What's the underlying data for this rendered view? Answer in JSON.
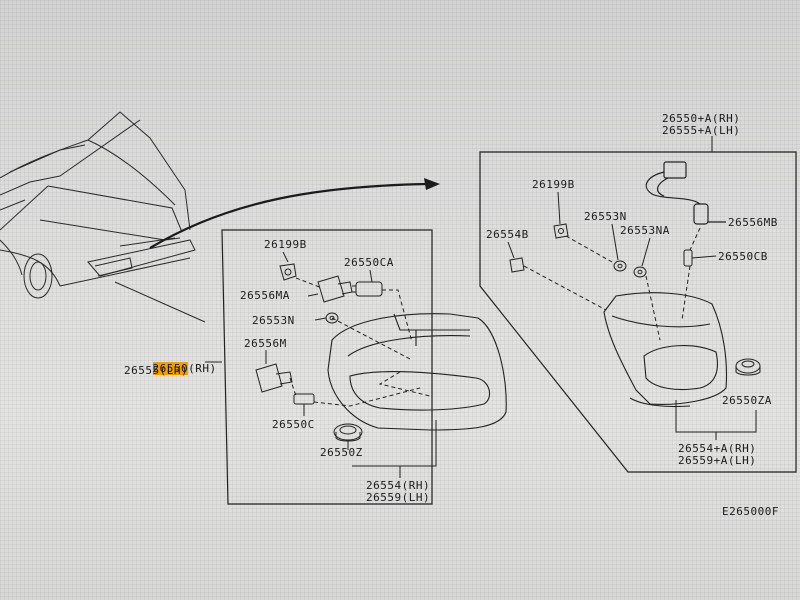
{
  "labels": {
    "main_rh_num": "26550",
    "main_rh_suffix": "(RH)",
    "main_lh": "26555(LH)",
    "l_26199B": "26199B",
    "l_26550CA": "26550CA",
    "l_26556MA": "26556MA",
    "l_26553N": "26553N",
    "l_26556M": "26556M",
    "l_26550C": "26550C",
    "l_26550Z": "26550Z",
    "l_26554RH": "26554(RH)",
    "l_26559LH": "26559(LH)",
    "r_26550A_RH": "26550+A(RH)",
    "r_26555A_LH": "26555+A(LH)",
    "r_26199B": "26199B",
    "r_26553N": "26553N",
    "r_26556MB": "26556MB",
    "r_26554B": "26554B",
    "r_26553NA": "26553NA",
    "r_26550CB": "26550CB",
    "r_26550ZA": "26550ZA",
    "r_26554A_RH": "26554+A(RH)",
    "r_26559A_LH": "26559+A(LH)",
    "figure_code": "E265000F"
  },
  "colors": {
    "ink": "#1b1b1b",
    "highlight": "#f0a000",
    "screen_bg": "#dcdcda"
  }
}
